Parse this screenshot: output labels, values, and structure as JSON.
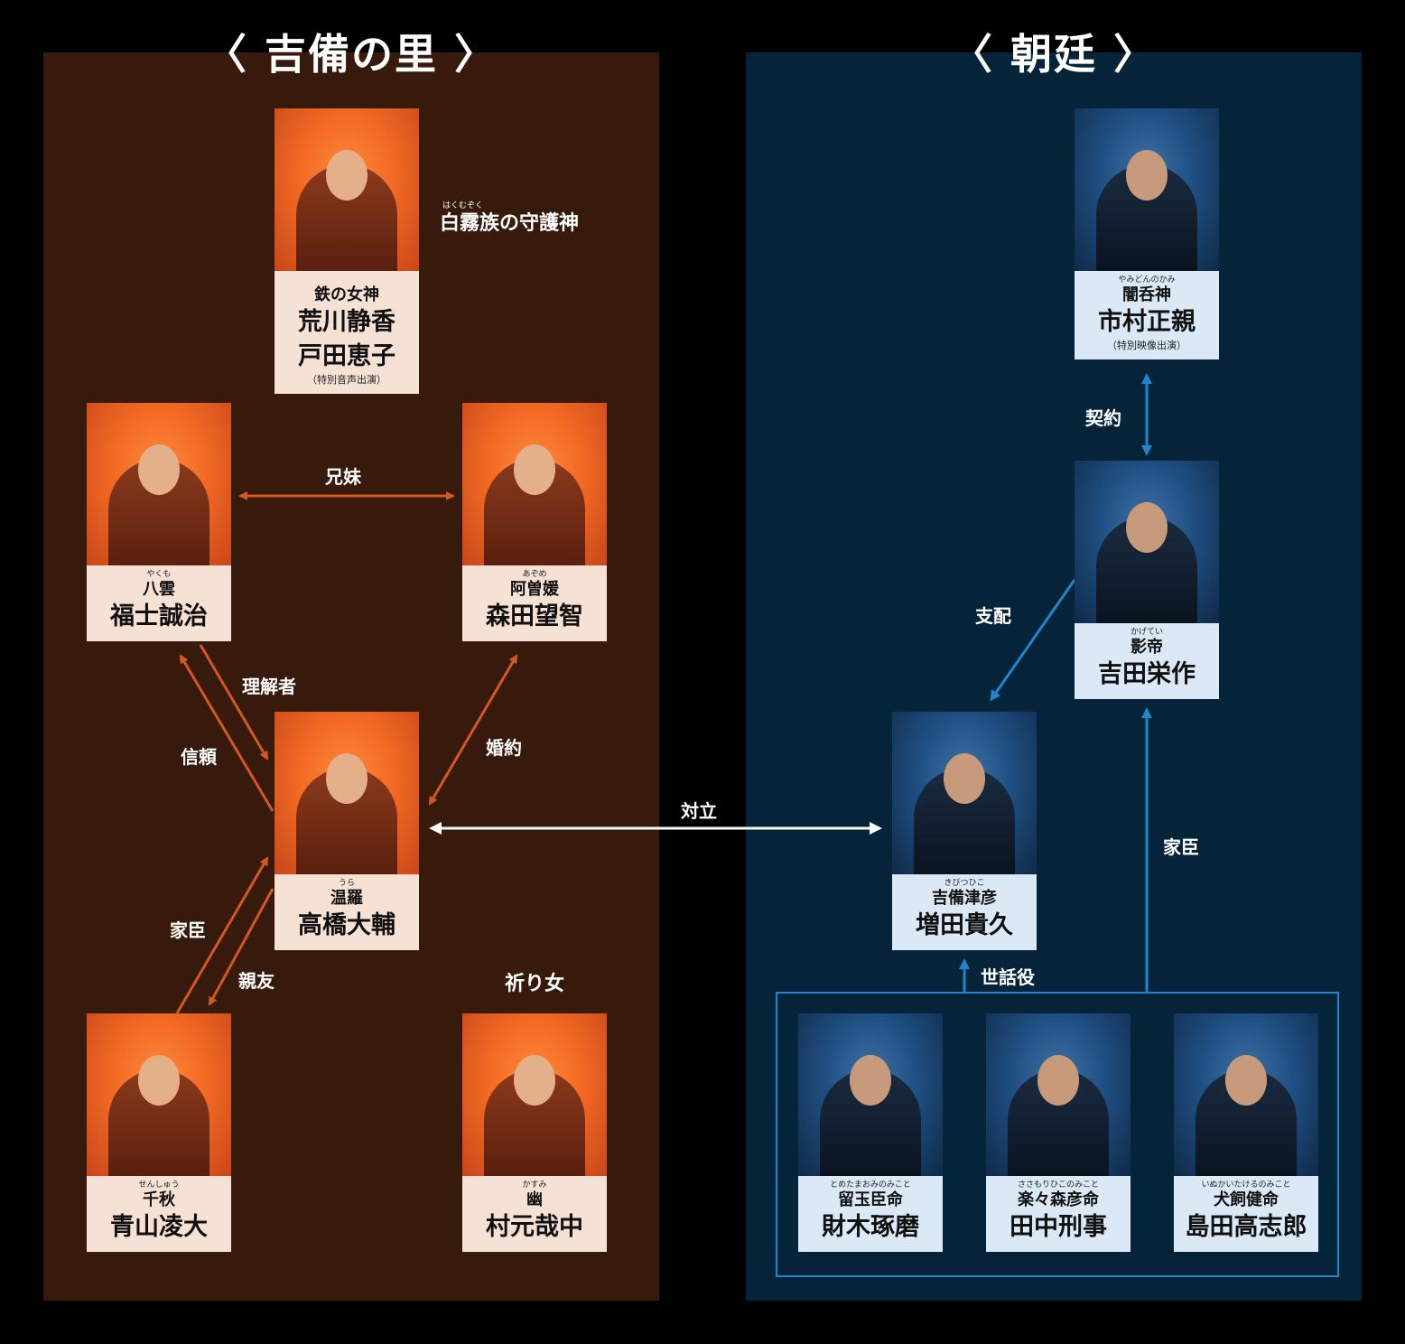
{
  "sections": {
    "left_title": "〈 吉備の里 〉",
    "right_title": "〈 朝廷 〉"
  },
  "annotations": {
    "goddess_ruby": "はくむぞく",
    "goddess_text": "白霧族の守護神",
    "inori_text": "祈り女"
  },
  "characters": {
    "goddess": {
      "ruby": "",
      "role": "鉄の女神",
      "actor": "荒川静香",
      "actor2": "戸田恵子",
      "note": "（特別音声出演）"
    },
    "yakumo": {
      "ruby": "やくも",
      "role": "八雲",
      "actor": "福士誠治"
    },
    "asomehime": {
      "ruby": "あぞめ",
      "role": "阿曽媛",
      "actor": "森田望智"
    },
    "ura": {
      "ruby": "うら",
      "role": "温羅",
      "actor": "高橋大輔"
    },
    "senshu": {
      "ruby": "せんしゅう",
      "role": "千秋",
      "actor": "青山凌大"
    },
    "kasumi": {
      "ruby": "かすみ",
      "role": "幽",
      "actor": "村元哉中"
    },
    "yamidon": {
      "ruby": "やみどんのかみ",
      "role": "闇呑神",
      "actor": "市村正親",
      "note": "（特別映像出演）"
    },
    "kagetei": {
      "ruby": "かげてい",
      "role": "影帝",
      "actor": "吉田栄作"
    },
    "kibitsuhiko": {
      "ruby": "きびつひこ",
      "role": "吉備津彦",
      "actor": "増田貴久"
    },
    "tometama": {
      "ruby": "とめたまおみのみこと",
      "role": "留玉臣命",
      "actor": "財木琢磨"
    },
    "sasamori": {
      "ruby": "ささもりひこのみこと",
      "role": "楽々森彦命",
      "actor": "田中刑事"
    },
    "inukai": {
      "ruby": "いぬかいたけるのみこと",
      "role": "犬飼健命",
      "actor": "島田高志郎"
    }
  },
  "relations": {
    "siblings": "兄妹",
    "understander": "理解者",
    "trust": "信頼",
    "engagement": "婚約",
    "vassal_left": "家臣",
    "best_friend": "親友",
    "opposition": "対立",
    "contract": "契約",
    "control": "支配",
    "vassal_right": "家臣",
    "caretaker": "世話役"
  },
  "colors": {
    "left_panel": "#381a0d",
    "right_panel": "#05243a",
    "left_arrow": "#d4581e",
    "right_arrow": "#1d86cc",
    "center_arrow": "#ffffff"
  }
}
